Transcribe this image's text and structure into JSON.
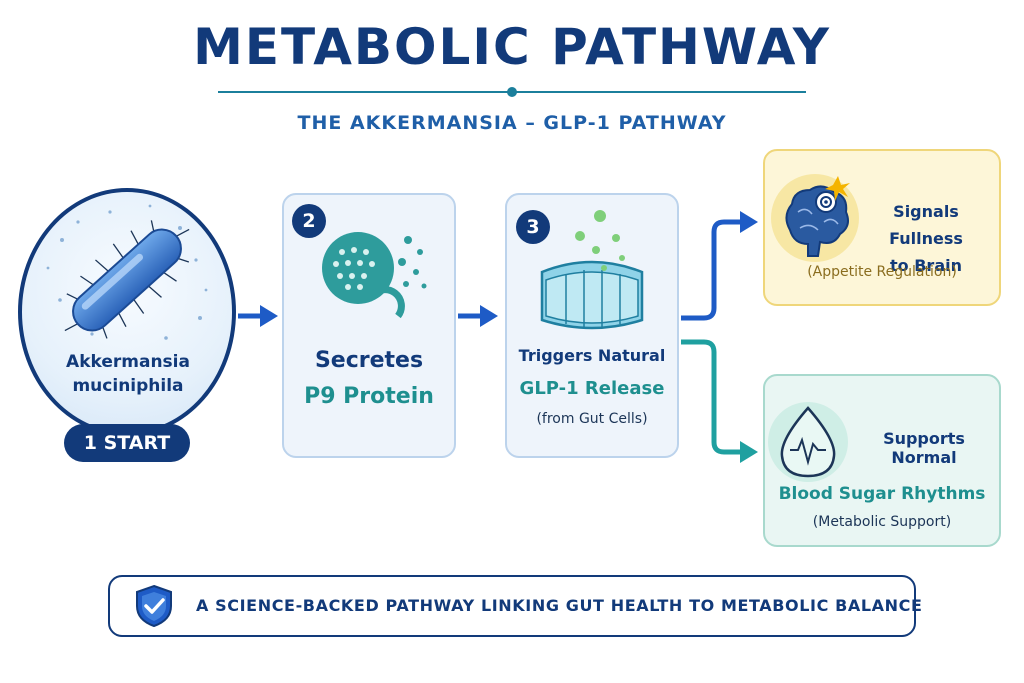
{
  "header": {
    "title": "METABOLIC PATHWAY",
    "subtitle": "THE AKKERMANSIA – GLP-1 PATHWAY"
  },
  "steps": {
    "start": {
      "name_line1": "Akkermansia",
      "name_line2": "muciniphila",
      "badge": "1 START"
    },
    "secretes": {
      "number": "2",
      "line1": "Secretes",
      "line2": "P9 Protein"
    },
    "triggers": {
      "number": "3",
      "line1": "Triggers Natural",
      "line2": "GLP-1 Release",
      "line3": "(from Gut Cells)"
    },
    "fullness": {
      "line1": "Signals Fullness",
      "line2": "to Brain",
      "note": "(Appetite Regulation)"
    },
    "blood_sugar": {
      "line1": "Supports Normal",
      "line2": "Blood Sugar Rhythms",
      "note": "(Metabolic Support)"
    }
  },
  "footer": {
    "text": "A SCIENCE-BACKED PATHWAY LINKING GUT HEALTH TO METABOLIC BALANCE"
  },
  "colors": {
    "navy": "#123a7a",
    "blue_arrow": "#1e5bc6",
    "teal": "#1e8f8f",
    "yellow_card": "#fdf6d8",
    "mint_card": "#e9f6f3"
  }
}
